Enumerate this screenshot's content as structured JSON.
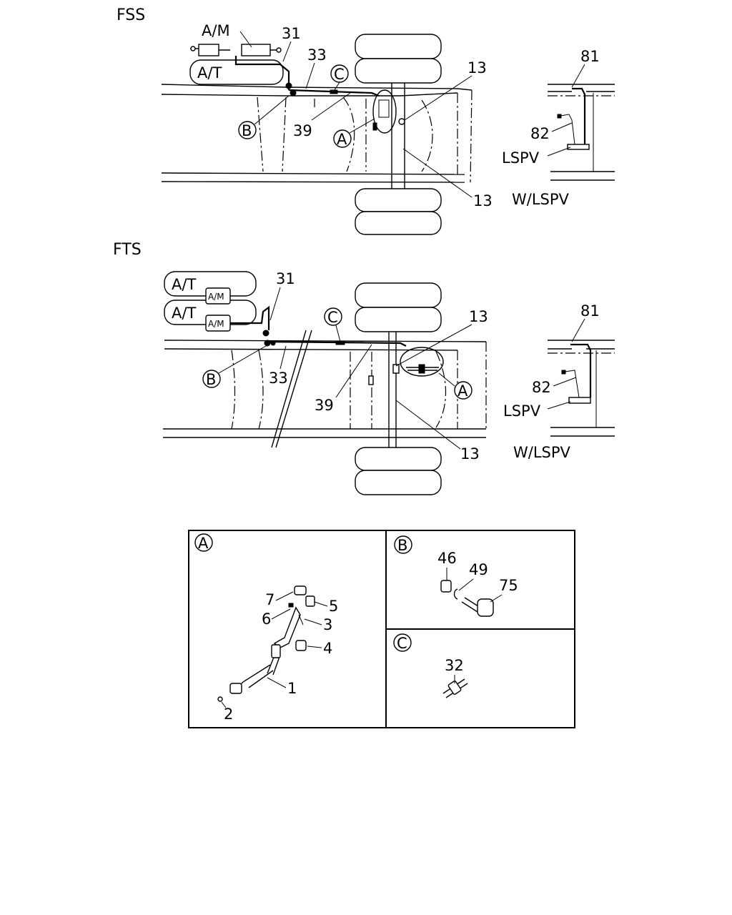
{
  "sections": {
    "fss": {
      "title": "FSS",
      "tanks": [
        "A/T"
      ],
      "am_label": "A/M",
      "callouts": [
        "31",
        "33",
        "39",
        "13",
        "13"
      ],
      "detail_refs": [
        "A",
        "B",
        "C"
      ],
      "inset": {
        "numbers": [
          "81",
          "82"
        ],
        "valve": "LSPV",
        "caption": "W/LSPV"
      }
    },
    "fts": {
      "title": "FTS",
      "tanks": [
        "A/T",
        "A/T"
      ],
      "am_label": "A/M",
      "callouts": [
        "31",
        "33",
        "39",
        "13",
        "13"
      ],
      "detail_refs": [
        "A",
        "B",
        "C"
      ],
      "inset": {
        "numbers": [
          "81",
          "82"
        ],
        "valve": "LSPV",
        "caption": "W/LSPV"
      }
    }
  },
  "details": {
    "a": {
      "ref": "A",
      "parts": [
        "7",
        "6",
        "5",
        "3",
        "4",
        "1",
        "2"
      ]
    },
    "b": {
      "ref": "B",
      "parts": [
        "46",
        "49",
        "75"
      ]
    },
    "c": {
      "ref": "C",
      "parts": [
        "32"
      ]
    }
  }
}
